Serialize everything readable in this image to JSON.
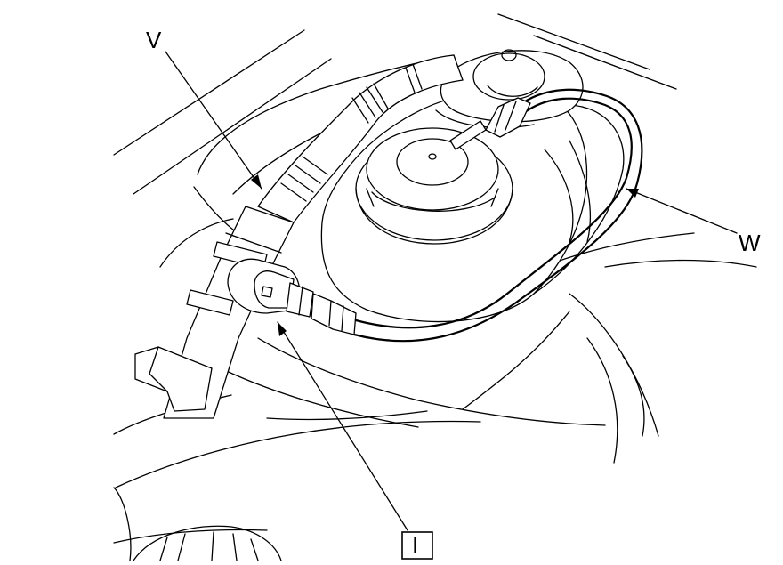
{
  "labels": {
    "v": "V",
    "w": "W",
    "i": "I"
  },
  "colors": {
    "line": "#000000",
    "background": "#ffffff"
  }
}
